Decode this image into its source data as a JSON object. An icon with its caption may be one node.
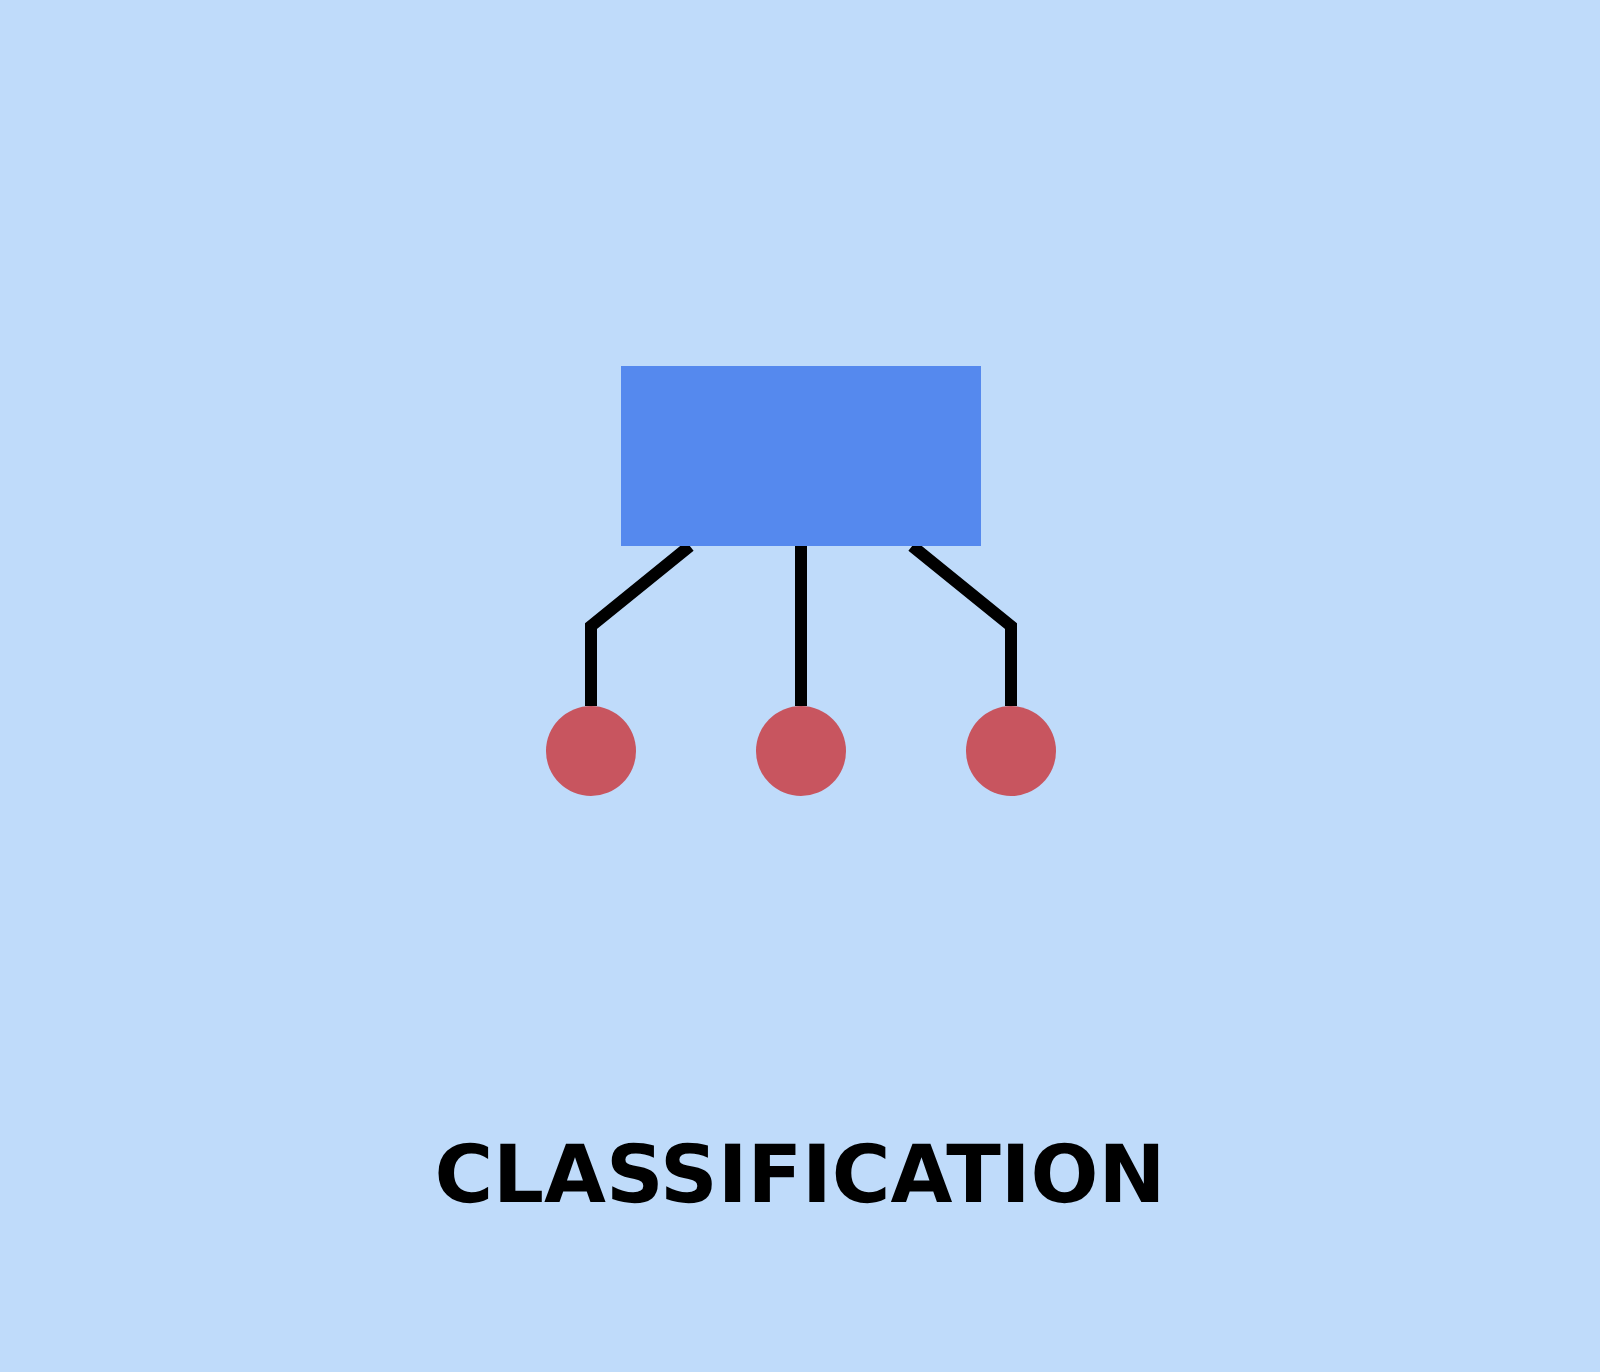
{
  "diagram": {
    "caption": "CLASSIFICATION",
    "nodes": [
      {
        "text": [],
        "shape": "box"
      },
      {
        "text": [],
        "shape": "circle"
      },
      {
        "text": [],
        "shape": "circle"
      },
      {
        "text": [],
        "shape": "circle"
      }
    ],
    "edges": [
      {
        "from": 0,
        "to": 1,
        "arrow": "none"
      },
      {
        "from": 0,
        "to": 2,
        "arrow": "none"
      },
      {
        "from": 0,
        "to": 3,
        "arrow": "none"
      }
    ]
  }
}
